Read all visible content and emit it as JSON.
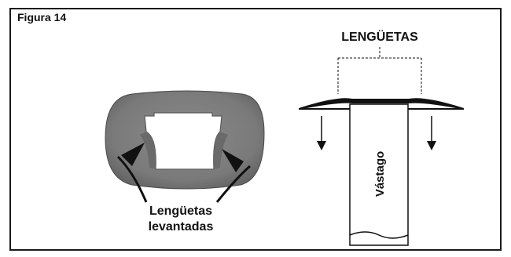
{
  "figure": {
    "title": "Figura 14"
  },
  "labels": {
    "tabs_heading": "LENGÜETAS",
    "raised_tabs_line1": "Lengüetas",
    "raised_tabs_line2": "levantadas",
    "stem": "Vástago"
  },
  "colors": {
    "clip_body": "#7d7d7d",
    "clip_shadow": "#5a5a5a",
    "ink": "#111111"
  }
}
